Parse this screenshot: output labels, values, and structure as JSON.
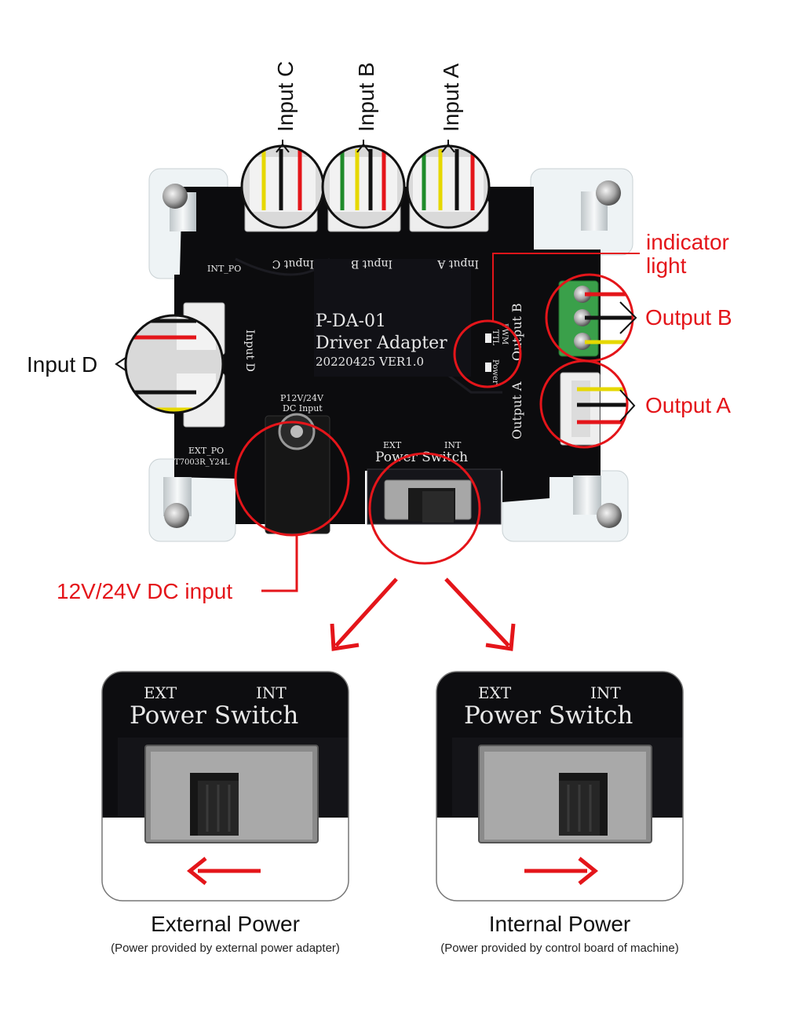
{
  "colors": {
    "callout": "#e4151a",
    "pcb": "#0c0c0e",
    "acrylic": "#eef3f5",
    "terminal_green": "#3aa04a"
  },
  "board": {
    "model": "P-DA-01",
    "name": "Driver Adapter",
    "version": "20220425 VER1.0",
    "dc_label_1": "P12V/24V",
    "dc_label_2": "DC Input",
    "switch_ext": "EXT",
    "switch_int": "INT",
    "switch_title": "Power Switch",
    "int_po": "INT_PO",
    "ext_po": "EXT_PO",
    "part_no": "T7003R_Y24L",
    "silk_input_a": "Input A",
    "silk_input_b": "Input B",
    "silk_input_c": "Input C",
    "silk_input_d": "Input D",
    "silk_output_a": "Output A",
    "silk_output_b": "Output B",
    "silk_pwm": "PWM",
    "silk_ttl": "TTL",
    "silk_power": "Power"
  },
  "callouts": {
    "input_a": "Input A",
    "input_b": "Input B",
    "input_c": "Input C",
    "input_d": "Input D",
    "indicator_line1": "indicator",
    "indicator_line2": "light",
    "output_b": "Output B",
    "output_a": "Output A",
    "dc_input": "12V/24V DC input"
  },
  "panels": [
    {
      "ext": "EXT",
      "int": "INT",
      "switch_title": "Power Switch",
      "title": "External Power",
      "subtitle": "(Power provided by external power adapter)",
      "direction": "left"
    },
    {
      "ext": "EXT",
      "int": "INT",
      "switch_title": "Power Switch",
      "title": "Internal Power",
      "subtitle": "(Power provided by control board of machine)",
      "direction": "right"
    }
  ]
}
